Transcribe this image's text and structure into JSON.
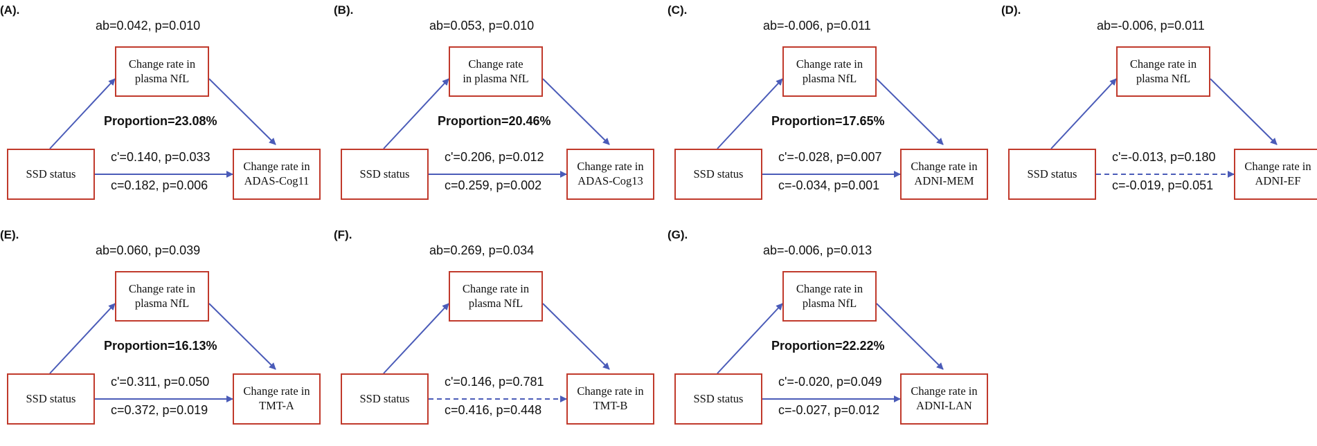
{
  "panels": [
    {
      "label": "(A).",
      "ab": "ab=0.042, p=0.010",
      "proportion": "Proportion=23.08%",
      "c_prime": "c'=0.140, p=0.033",
      "c": "c=0.182, p=0.006",
      "mediator": "Change rate in\nplasma NfL",
      "predictor": "SSD status",
      "outcome": "Change rate in\nADAS-Cog11",
      "direct_line": "solid"
    },
    {
      "label": "(B).",
      "ab": "ab=0.053, p=0.010",
      "proportion": "Proportion=20.46%",
      "c_prime": "c'=0.206, p=0.012",
      "c": "c=0.259, p=0.002",
      "mediator": "Change rate\nin plasma NfL",
      "predictor": "SSD status",
      "outcome": "Change rate in\nADAS-Cog13",
      "direct_line": "solid"
    },
    {
      "label": "(C).",
      "ab": "ab=-0.006, p=0.011",
      "proportion": "Proportion=17.65%",
      "c_prime": "c'=-0.028, p=0.007",
      "c": "c=-0.034, p=0.001",
      "mediator": "Change rate in\nplasma NfL",
      "predictor": "SSD status",
      "outcome": "Change rate in\nADNI-MEM",
      "direct_line": "solid"
    },
    {
      "label": "(D).",
      "ab": "ab=-0.006, p=0.011",
      "proportion": "",
      "c_prime": "c'=-0.013, p=0.180",
      "c": "c=-0.019, p=0.051",
      "mediator": "Change rate in\nplasma NfL",
      "predictor": "SSD status",
      "outcome": "Change rate in\nADNI-EF",
      "direct_line": "dashed"
    },
    {
      "label": "(E).",
      "ab": "ab=0.060, p=0.039",
      "proportion": "Proportion=16.13%",
      "c_prime": "c'=0.311, p=0.050",
      "c": "c=0.372, p=0.019",
      "mediator": "Change rate in\nplasma NfL",
      "predictor": "SSD status",
      "outcome": "Change rate in\nTMT-A",
      "direct_line": "solid"
    },
    {
      "label": "(F).",
      "ab": "ab=0.269, p=0.034",
      "proportion": "",
      "c_prime": "c'=0.146, p=0.781",
      "c": "c=0.416, p=0.448",
      "mediator": "Change rate in\nplasma NfL",
      "predictor": "SSD status",
      "outcome": "Change rate in\nTMT-B",
      "direct_line": "dashed"
    },
    {
      "label": "(G).",
      "ab": "ab=-0.006, p=0.013",
      "proportion": "Proportion=22.22%",
      "c_prime": "c'=-0.020, p=0.049",
      "c": "c=-0.027, p=0.012",
      "mediator": "Change rate in\nplasma NfL",
      "predictor": "SSD status",
      "outcome": "Change rate in\nADNI-LAN",
      "direct_line": "solid"
    }
  ],
  "colors": {
    "box_border": "#c0392b",
    "arrow": "#4a5bb8",
    "text": "#111111"
  }
}
